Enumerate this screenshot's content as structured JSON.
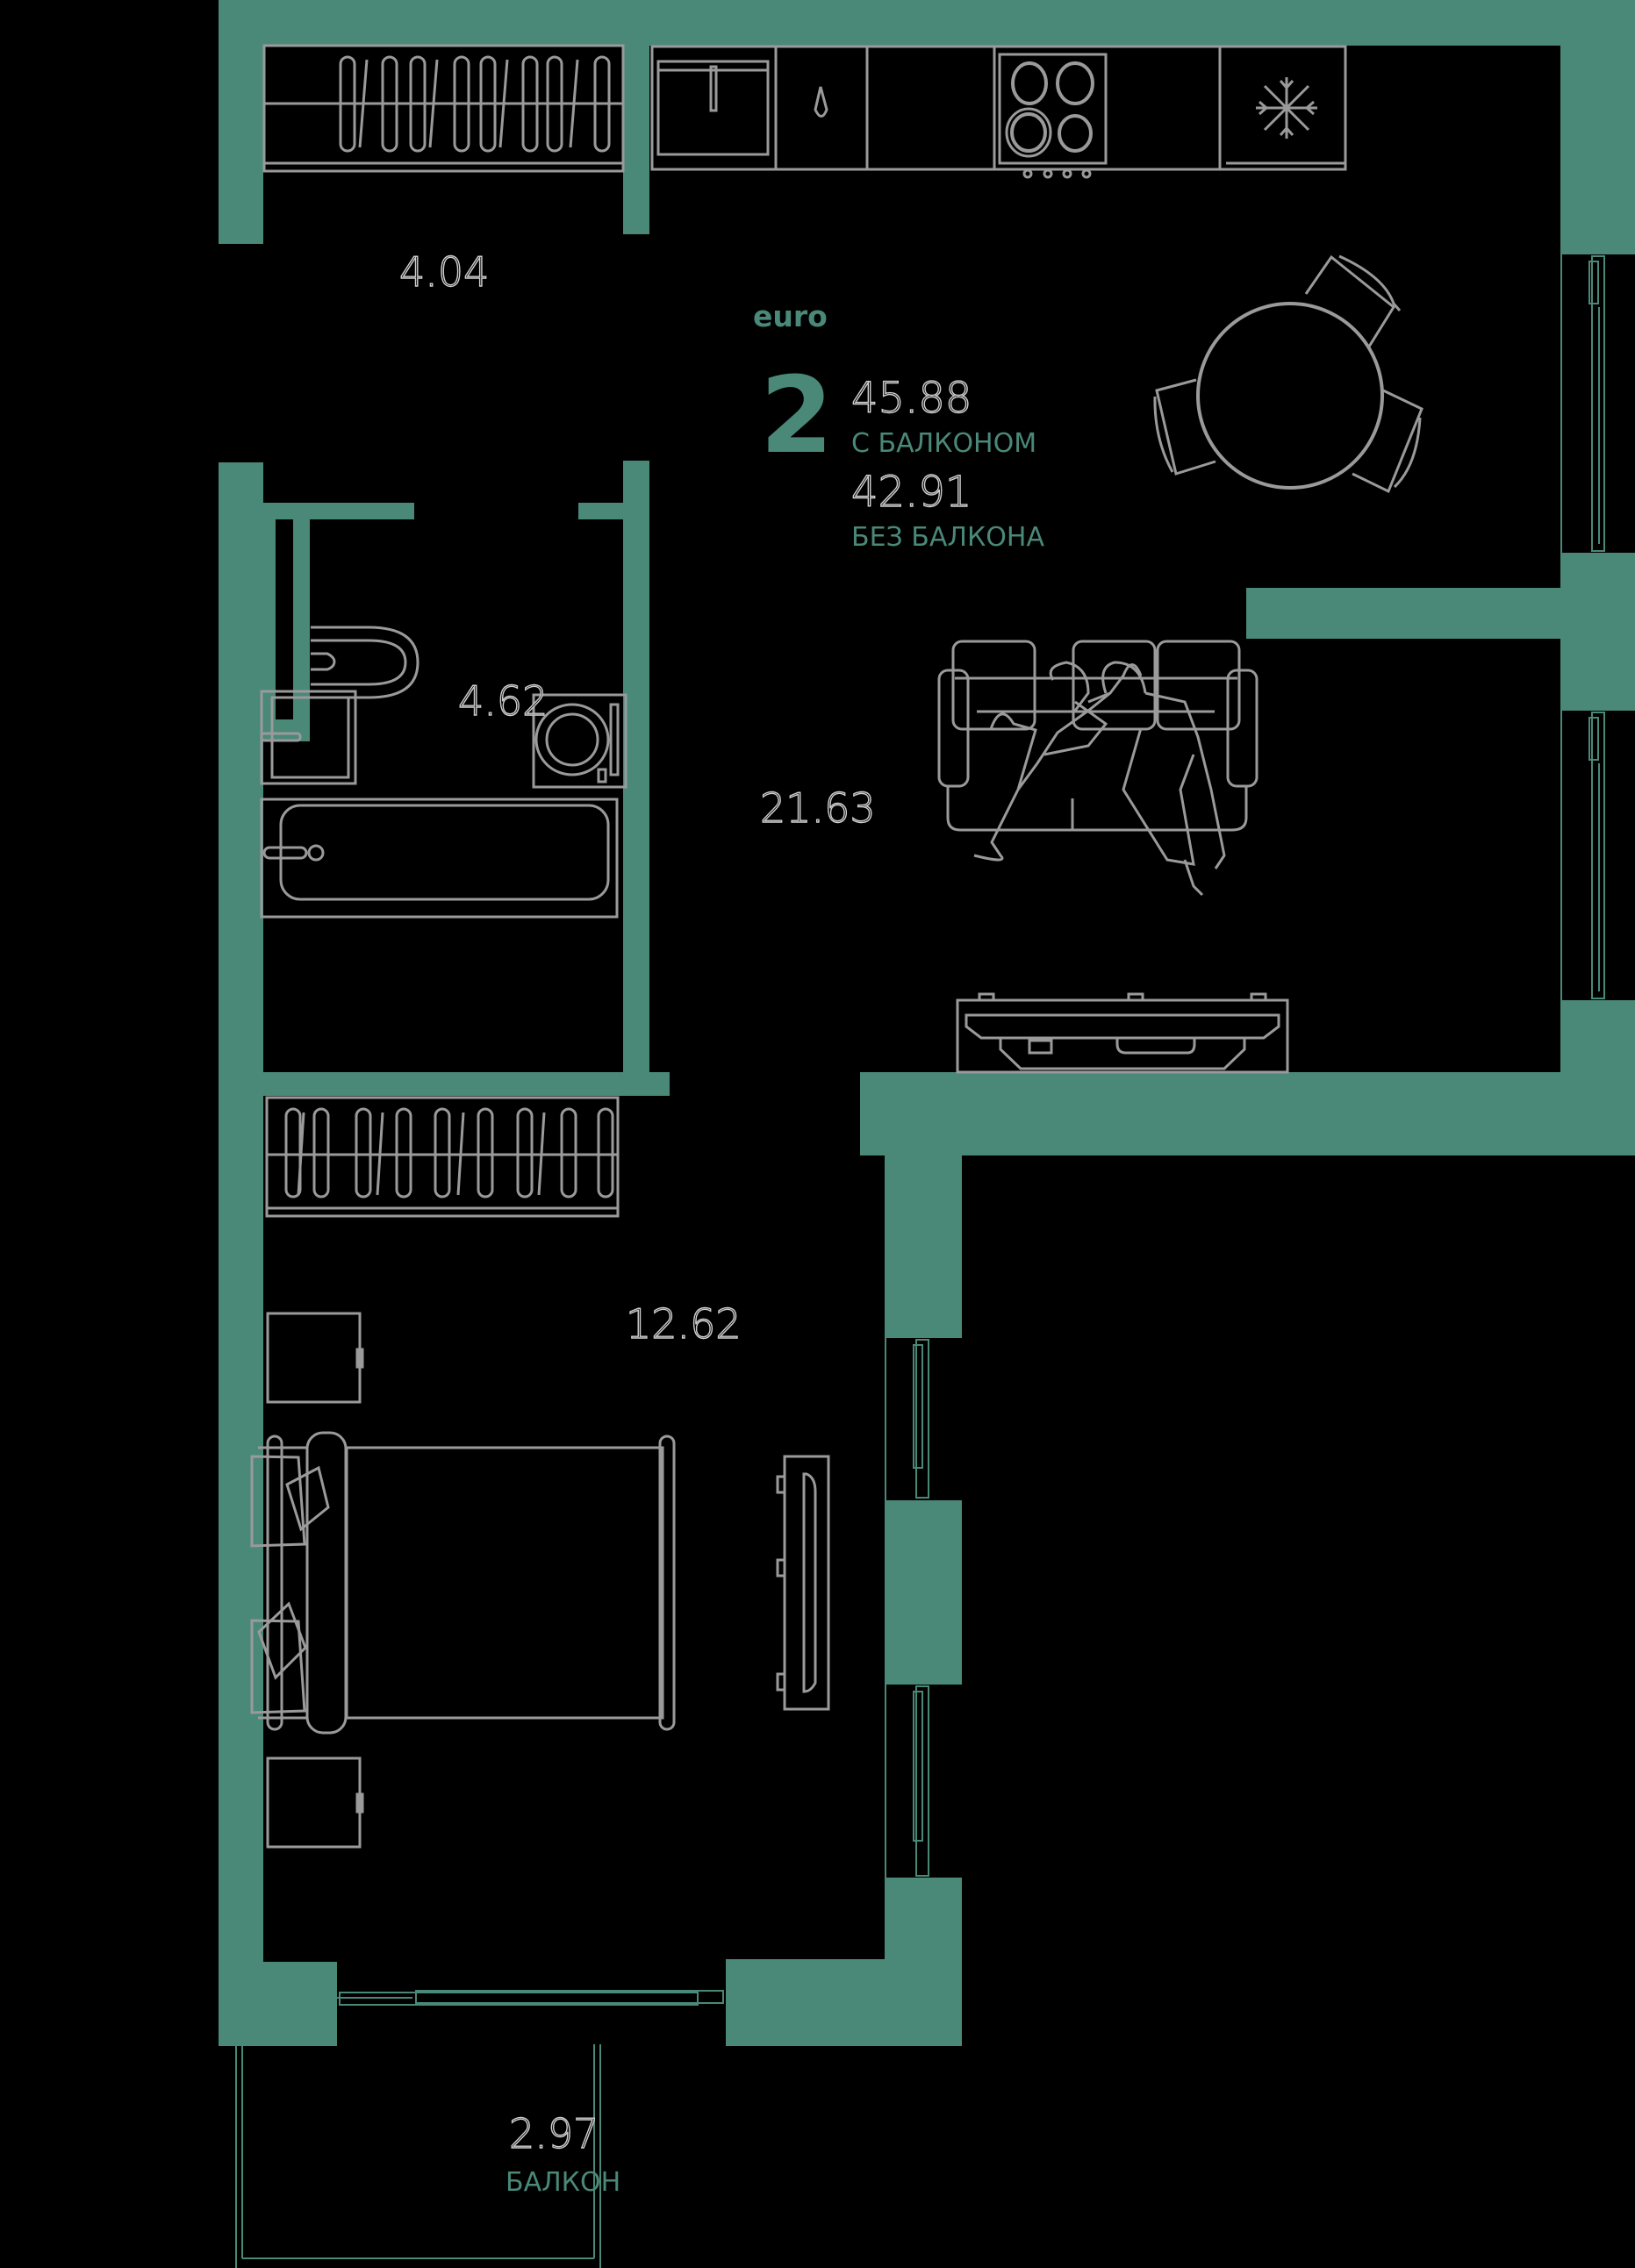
{
  "plan": {
    "type_label": "euro",
    "rooms_count": "2",
    "area_with_balcony": "45.88",
    "area_with_balcony_caption": "С БАЛКОНОМ",
    "area_without_balcony": "42.91",
    "area_without_balcony_caption": "БЕЗ БАЛКОНА",
    "accent_color": "#4a8878",
    "furniture_color": "#9a9a9a",
    "background_color": "#000000"
  },
  "rooms": [
    {
      "id": "hallway",
      "area": "4.04"
    },
    {
      "id": "bathroom",
      "area": "4.62"
    },
    {
      "id": "living-kitchen",
      "area": "21.63"
    },
    {
      "id": "bedroom",
      "area": "12.62"
    },
    {
      "id": "balcony",
      "area": "2.97",
      "caption": "БАЛКОН"
    }
  ],
  "icons": {
    "fridge": "snowflake-icon",
    "sink": "water-drop-icon",
    "stove": "cooktop-icon"
  }
}
